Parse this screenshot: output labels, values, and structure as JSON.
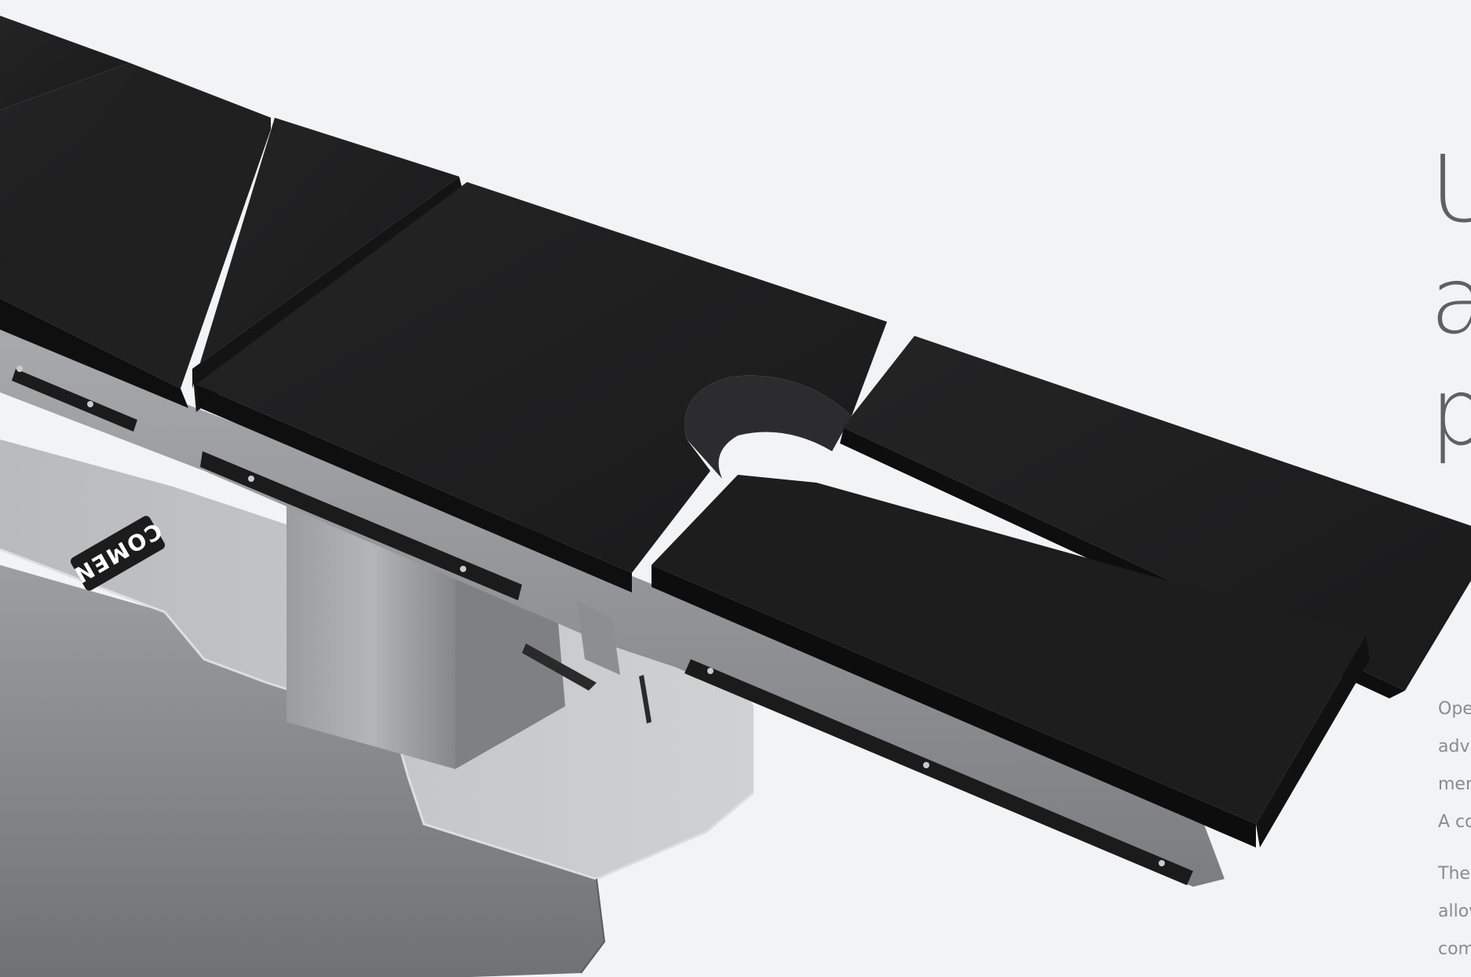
{
  "headline": {
    "lines": [
      "U",
      "a",
      "p"
    ]
  },
  "body_copy": {
    "paragraph1": [
      "Ope",
      "adv",
      "mer",
      "A co"
    ],
    "paragraph2": [
      "The",
      "allov",
      "com"
    ]
  },
  "product": {
    "brand_label": "COMEN"
  },
  "colors": {
    "background": "#f2f3f5",
    "headline": "#5f6063",
    "body_text": "#8a8b8e",
    "cushion": "#1e1e1f",
    "metal": "#8b8d90"
  }
}
